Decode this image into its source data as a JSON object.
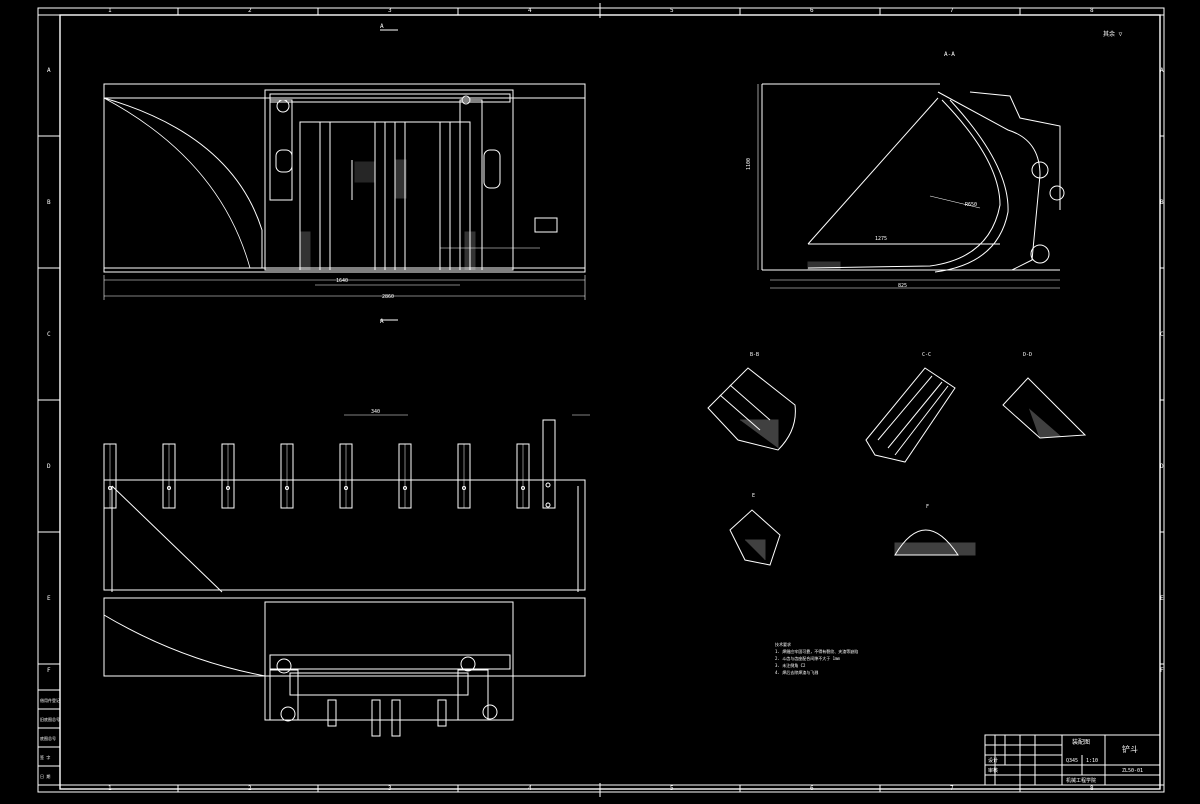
{
  "sheet": {
    "zone_letters": [
      "A",
      "B",
      "C",
      "D",
      "E",
      "F"
    ],
    "zone_numbers": [
      "1",
      "2",
      "3",
      "4",
      "5",
      "6",
      "7",
      "8"
    ],
    "corner_note": "其余 ▽"
  },
  "view_labels": {
    "section_top_a": "A",
    "section_bottom_a": "A",
    "section_aa": "A-A",
    "detail_1": "B-B",
    "detail_2": "C-C",
    "detail_3": "D-D",
    "detail_4": "E",
    "detail_5": "F"
  },
  "dimensions": {
    "front_width": "2860",
    "front_inner": "1640",
    "tooth_spacing": "340",
    "side_height": "1100",
    "side_length": "1275",
    "side_radius": "R650",
    "side_bottom": "825"
  },
  "tech_notes": {
    "title": "技术要求",
    "lines": [
      "1. 焊缝应牢固可靠，不得有裂纹、夹渣等缺陷",
      "2. 斗齿与齿座配合间隙不大于 1mm",
      "3. 未注倒角 C2",
      "4. 焊后去除焊渣与飞溅"
    ]
  },
  "title_block": {
    "name": "铲斗",
    "drawing_label": "装配图",
    "material": "Q345",
    "drawing_no": "ZL50-01",
    "scale": "1:10",
    "designer": "设计",
    "checker": "审核",
    "school": "机械工程学院",
    "left_rows": [
      "借用件登记",
      "旧底图总号",
      "底图总号",
      "签 字",
      "日 期"
    ]
  }
}
